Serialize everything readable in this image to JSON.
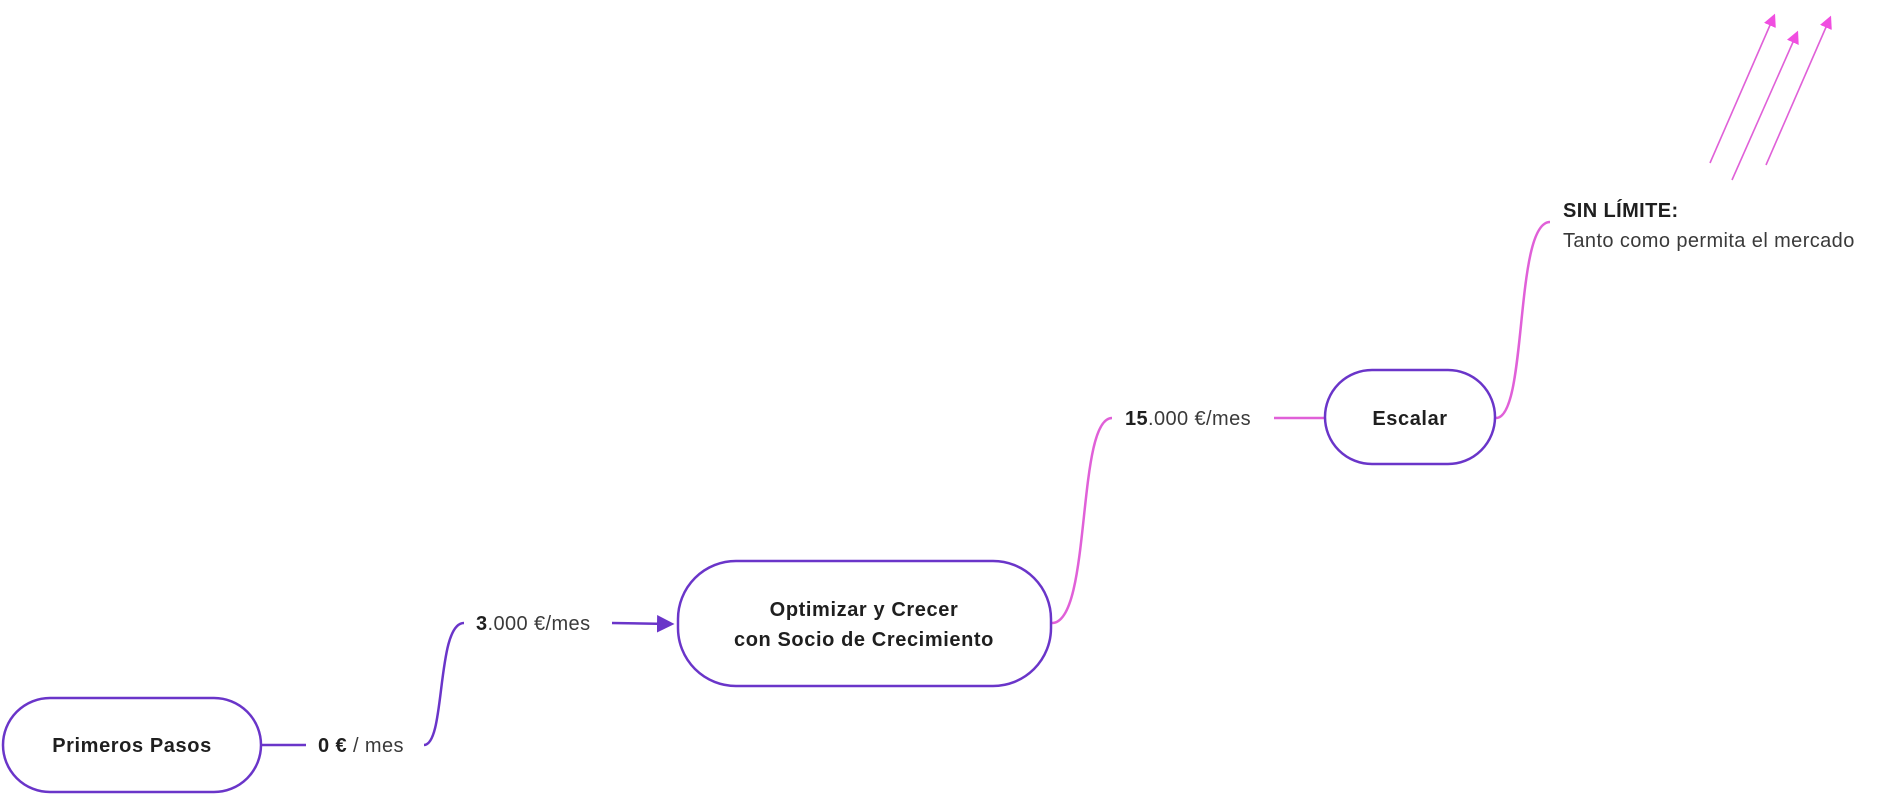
{
  "colors": {
    "purple": "#6a35c9",
    "magenta": "#e060d8",
    "arrow_magenta": "#f04ee0",
    "text": "#1f1f1f"
  },
  "nodes": {
    "primeros": "Primeros Pasos",
    "optimizar_line1": "Optimizar y Crecer",
    "optimizar_line2": "con Socio de Crecimiento",
    "escalar": "Escalar"
  },
  "labels": {
    "zero_strong": "0 €",
    "zero_rest": " / mes",
    "three_strong": "3",
    "three_rest": ".000 €/mes",
    "fifteen_strong": "15",
    "fifteen_rest": ".000 €/mes",
    "sin_limite_title": "SIN LÍMITE:",
    "sin_limite_sub": "Tanto como permita el mercado"
  }
}
